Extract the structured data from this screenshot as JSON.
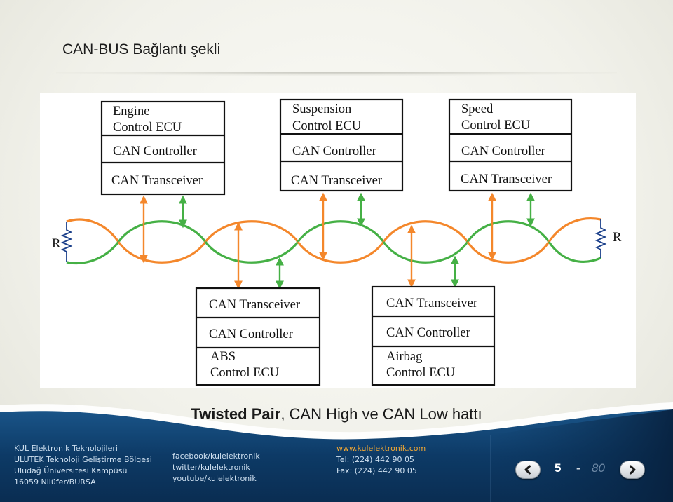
{
  "slide": {
    "title": "CAN-BUS Bağlantı şekli"
  },
  "diagram": {
    "top_nodes": [
      {
        "name_lines": [
          "Engine",
          "Control ECU"
        ],
        "controller": "CAN Controller",
        "transceiver": "CAN Transceiver"
      },
      {
        "name_lines": [
          "Suspension",
          "Control ECU"
        ],
        "controller": "CAN Controller",
        "transceiver": "CAN Transceiver"
      },
      {
        "name_lines": [
          "Speed",
          "Control ECU"
        ],
        "controller": "CAN Controller",
        "transceiver": "CAN Transceiver"
      }
    ],
    "bottom_nodes": [
      {
        "name_lines": [
          "ABS",
          "Control ECU"
        ],
        "controller": "CAN Controller",
        "transceiver": "CAN Transceiver"
      },
      {
        "name_lines": [
          "Airbag",
          "Control ECU"
        ],
        "controller": "CAN Controller",
        "transceiver": "CAN Transceiver"
      }
    ],
    "terminator_left": "R",
    "terminator_right": "R",
    "colors": {
      "can_high": "#f4872b",
      "can_low": "#45b045",
      "box_border": "#111111"
    }
  },
  "caption": {
    "bold": "Twisted Pair",
    "rest": ", CAN High ve CAN Low hattı"
  },
  "footer": {
    "address": [
      "KUL Elektronik Teknolojileri",
      "ULUTEK Teknoloji Geliştirme Bölgesi",
      "Uludağ Üniversitesi Kampüsü",
      "16059 Nilüfer/BURSA"
    ],
    "social": [
      "facebook/kulelektronik",
      "twitter/kulelektronik",
      "youtube/kulelektronik"
    ],
    "website": "www.kulelektronik.com",
    "tel": "Tel: (224) 442 90 05",
    "fax": "Fax: (224) 442 90 05",
    "colors": {
      "bar": "#0d3a66",
      "text": "#cfe0f0",
      "link": "#f3a833"
    }
  },
  "navigation": {
    "current_page": "5",
    "separator": "-",
    "total_pages": "80",
    "prev_icon": "chevron-left-icon",
    "next_icon": "chevron-right-icon"
  }
}
